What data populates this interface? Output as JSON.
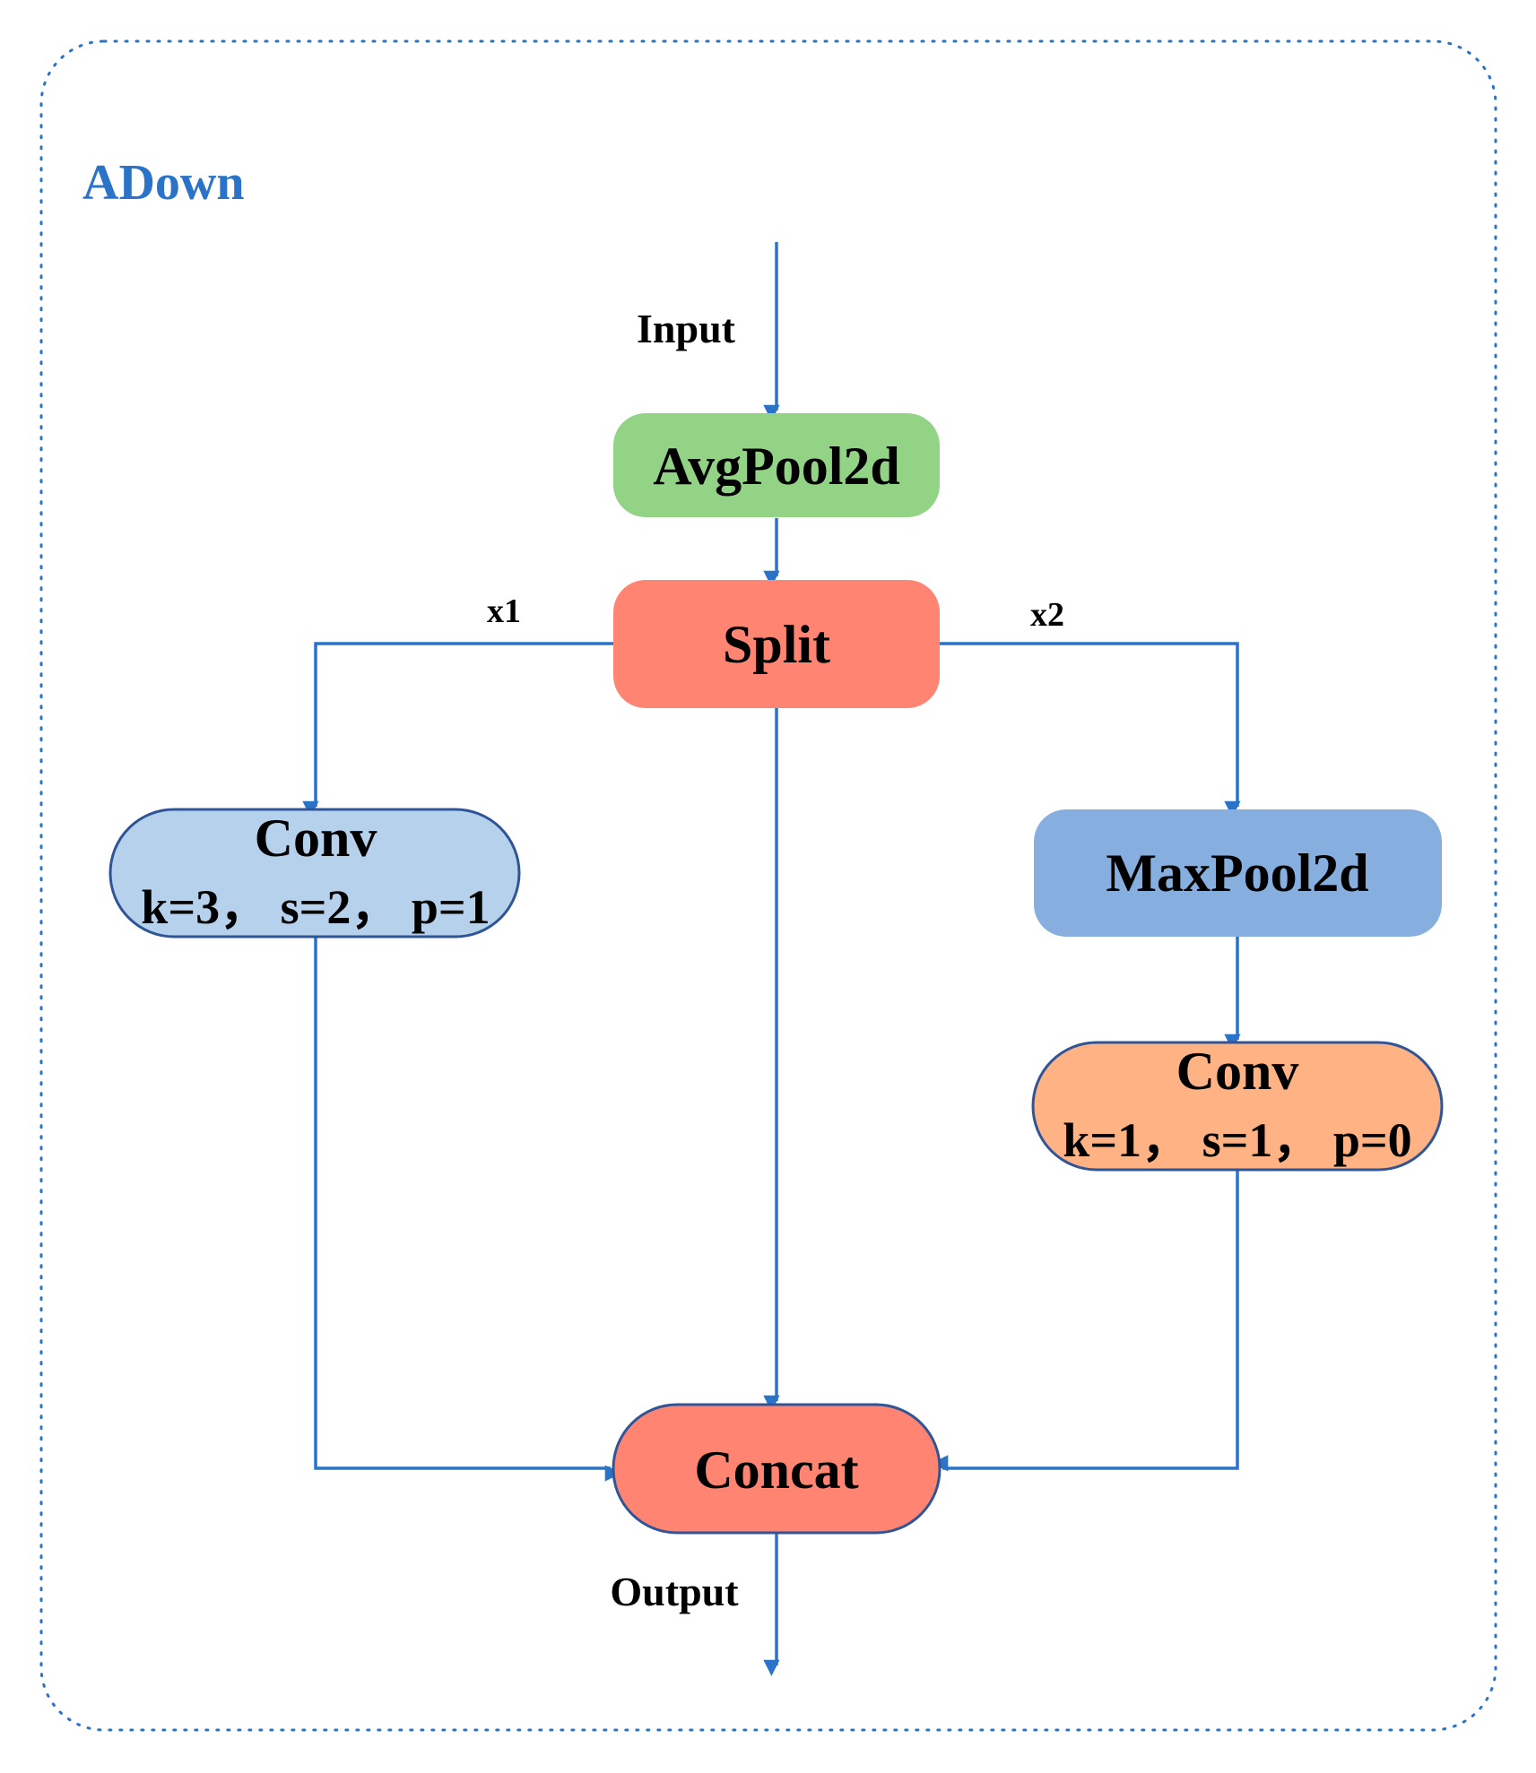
{
  "title": "ADown",
  "colors": {
    "accent": "#2A73C8",
    "border": "#2F5597",
    "avgpool": "#92D385",
    "split": "#FF8472",
    "conv_left": "#B6D1EC",
    "maxpool": "#86AEDF",
    "conv_right": "#FFB283",
    "concat": "#FF8472"
  },
  "edges": {
    "input": "Input",
    "x1": "x1",
    "x2": "x2",
    "output": "Output"
  },
  "nodes": {
    "avgpool": {
      "label": "AvgPool2d"
    },
    "split": {
      "label": "Split"
    },
    "conv_left": {
      "label": "Conv",
      "params": "k=3， s=2， p=1"
    },
    "maxpool": {
      "label": "MaxPool2d"
    },
    "conv_right": {
      "label": "Conv",
      "params": "k=1， s=1， p=0"
    },
    "concat": {
      "label": "Concat"
    }
  }
}
